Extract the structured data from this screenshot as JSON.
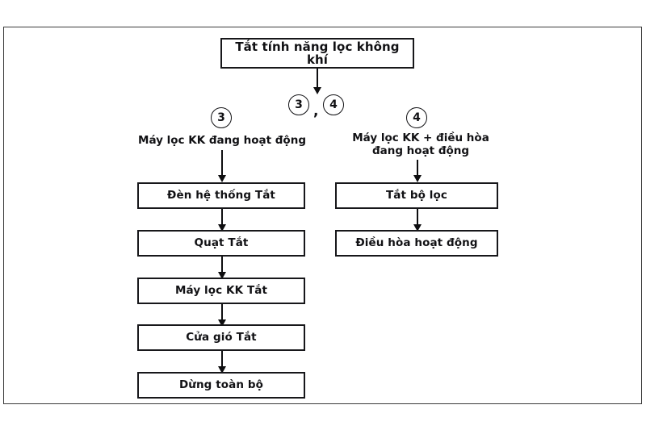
{
  "diagram": {
    "title_box": {
      "label": "Tắt tính năng lọc không khí"
    },
    "decision_markers": {
      "center_left": "3",
      "center_separator": ",",
      "center_right": "4",
      "branch_left": "3",
      "branch_right": "4"
    },
    "branches": [
      {
        "id": "left",
        "marker": "3",
        "caption": "Máy lọc KK đang hoạt động",
        "steps": [
          "Đèn hệ thống Tắt",
          "Quạt Tắt",
          "Máy lọc KK Tắt",
          "Cửa gió Tắt",
          "Dừng toàn bộ"
        ]
      },
      {
        "id": "right",
        "marker": "4",
        "caption": "Máy lọc KK + điều hòa\nđang hoạt động",
        "steps": [
          "Tắt bộ lọc",
          "Điều hòa hoạt động"
        ]
      }
    ],
    "colors": {
      "box_border": "#17171a",
      "frame_border": "#3a3a3a",
      "connector": "#0e0e10",
      "text": "#111114",
      "background": "#ffffff"
    }
  }
}
